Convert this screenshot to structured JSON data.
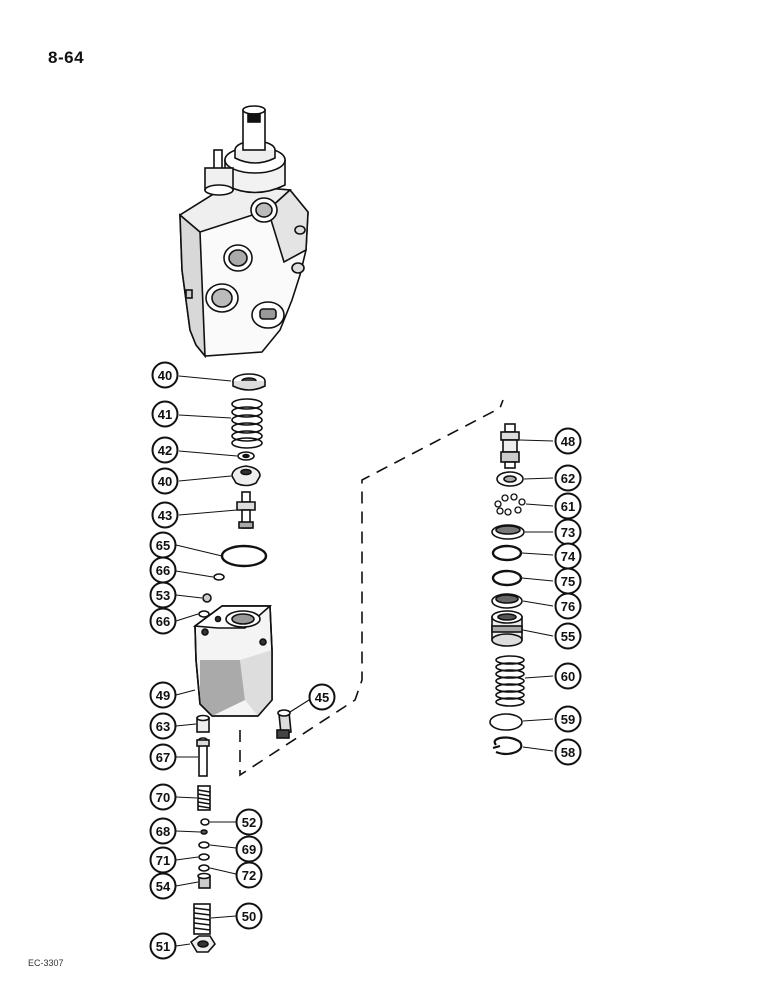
{
  "page_number": "8-64",
  "document_code": "EC-3307",
  "callouts": {
    "c40a": "40",
    "c41": "41",
    "c42": "42",
    "c40b": "40",
    "c43": "43",
    "c65": "65",
    "c66a": "66",
    "c53": "53",
    "c66b": "66",
    "c49": "49",
    "c45": "45",
    "c63": "63",
    "c67": "67",
    "c70": "70",
    "c52": "52",
    "c68": "68",
    "c69": "69",
    "c71": "71",
    "c72": "72",
    "c54": "54",
    "c50": "50",
    "c51": "51",
    "c48": "48",
    "c62": "62",
    "c61": "61",
    "c73": "73",
    "c74": "74",
    "c75": "75",
    "c76": "76",
    "c55": "55",
    "c60": "60",
    "c59": "59",
    "c58": "58"
  },
  "colors": {
    "ink": "#111111",
    "paper": "#ffffff",
    "shade": "#6e6e6e"
  }
}
